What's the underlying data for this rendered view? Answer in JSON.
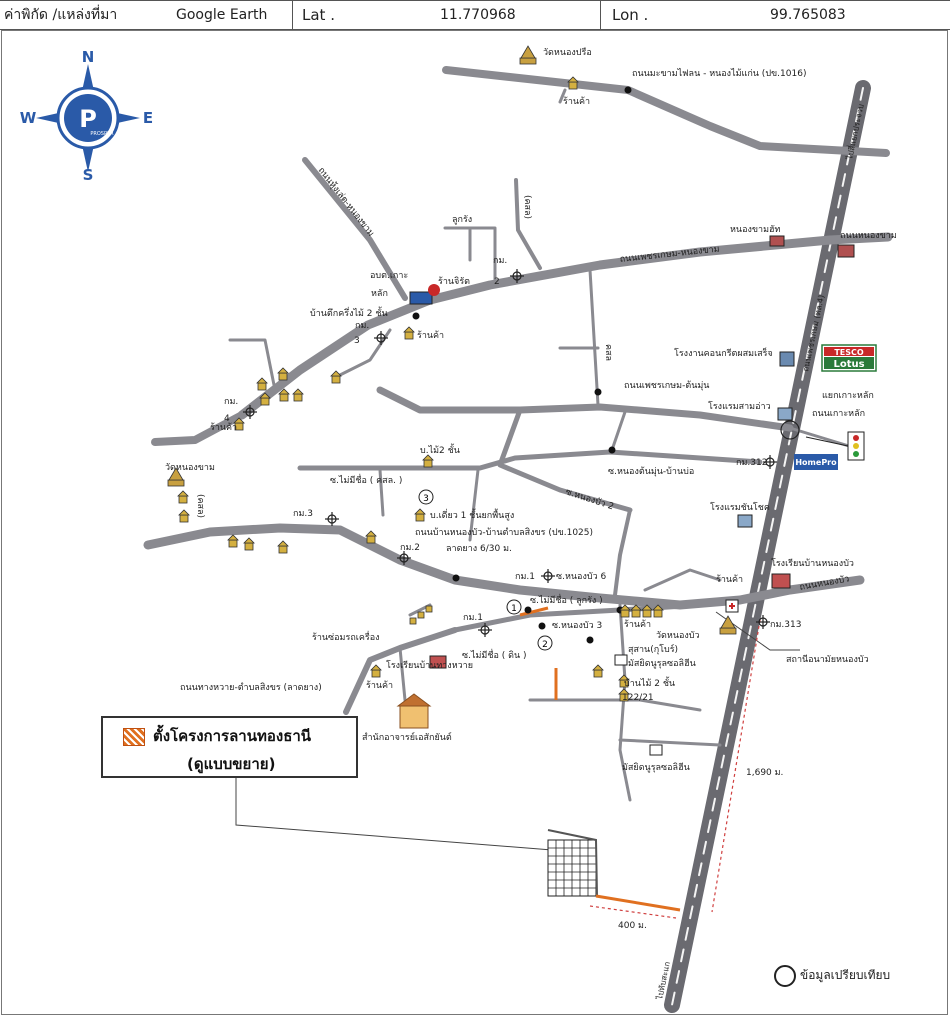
{
  "header": {
    "location_label": "ค่าพิกัด /แหล่งที่มา",
    "source": "Google Earth",
    "lat_label": "Lat .",
    "lat_value": "11.770968",
    "lon_label": "Lon .",
    "lon_value": "99.765083"
  },
  "compass": {
    "n": "N",
    "s": "S",
    "e": "E",
    "w": "W",
    "logo_text": "PROSPER"
  },
  "legend": {
    "project_label": "ตั้งโครงการลานทองธานี",
    "see_expanded": "(ดูแบบขยาย)",
    "project_color": "#e07020"
  },
  "compare_note": "ข้อมูลเปรียบเทียบ",
  "colors": {
    "road": "#8a8a90",
    "highway": "#9a9aa0",
    "accent": "#e07020",
    "marker": "#111111"
  },
  "labels": {
    "wat_nong_pru": "วัดหนองปรือ",
    "road_1016": "ถนนมะขามไฟลน - หนองไม้แก่น (ปข.1016)",
    "shop": "ร้านค้า",
    "to_prachuap": "ไปสี่แยกประจวบ",
    "road_phet_nongkham_a": "ถนนหุ้งเล่ต-หนองขาม",
    "ksl": "(คสล)",
    "luk_rang": "ลูกรัง",
    "nong_kham_hut": "หนองขามฮัท",
    "to_nong_kham": "ถนนหนองขาม",
    "road_phet_nongkham": "ถนนเพชรเกษม-หนองขาม",
    "km2": "กม.",
    "km2_num": "2",
    "or_bo_ko": "อบต.เกาะ",
    "lak": "หลัก",
    "shop_jirat": "ร้านจิรัต",
    "house_2floor": "บ้านตึกครึ่งไม้ 2 ชั้น",
    "km3": "กม.",
    "km3_num": "3",
    "factory": "โรงงานคอนกรีตผสมเสร็จ",
    "tesco": "TESCO",
    "lotus": "Lotus",
    "phet_ton_mun": "ถนนเพชรเกษม-ต้นมุ่น",
    "hotel_sammarn": "โรงแรมสามอ่าว",
    "km4": "กม.",
    "km4_num": "4",
    "kaeng_ko_lak": "แยกเกาะหลัก",
    "road_ko_lak": "ถนนเกาะหลัก",
    "highway_4": "ถนนเพชรเกษม (ทล.4)",
    "ksl_side": "คสล",
    "wat_nong_kham": "วัดหนองขาม",
    "house_wood2": "บ.ไม้2 ชั้น",
    "soi_no_name_ksl": "ซ.ไม่มีชื่อ ( คสล. )",
    "soi_nong_ton_mun": "ซ.หนองต้นมุ่น-บ้านบ่อ",
    "km312": "กม.312",
    "homepro": "HomePro",
    "soi_nong_bua_2": "ซ.หนองบัว 2",
    "hotel_chanchai": "โรงแรมชันโชค",
    "house_single": "บ.เดี่ยว 1 ชั้นยกพื้นสูง",
    "road_1025": "ถนนบ้านหนองบัว-บ้านตำบลสิงขร (ปข.1025)",
    "slope": "ลาดยาง 6/30 ม.",
    "km3b": "กม.3",
    "km2b": "กม.2",
    "school_nong_bua": "โรงเรียนบ้านหนองบัว",
    "road_nong_bua": "ถนนหนองบัว",
    "km1": "กม.1",
    "soi_nong_bua_6": "ซ.หนองบัว 6",
    "soi_no_name_laterite": "ซ.ไม่มีชื่อ ( ลูกรัง )",
    "shop2": "ร้านค้า",
    "wat_nong_bua": "วัดหนองบัว",
    "km313": "กม.313",
    "soi_nong_bua_3": "ซ.หนองบัว 3",
    "shop3": "ร้านค้า",
    "cemetery": "สุสาน(กุโบร์)",
    "mosque": "มัสยิดนูรุลซอลิฮีน",
    "health_station": "สถานีอนามัยหนองบัว",
    "wood_house2": "บ้านไม้ 2 ชั้น",
    "house_no": "122/21",
    "km1b": "กม.1",
    "car_repair": "ร้านซ่อมรถเครื่อง",
    "school_thang": "โรงเรียนบ้านทางหวาย",
    "soi_no_name_dirt": "ซ.ไม่มีชื่อ ( ดิน )",
    "road_thang": "ถนนทางหวาย-ตำบลสิงขร (ลาดยาง)",
    "shop4": "ร้านค้า",
    "monastery": "สำนักอาจารย์เอสักยันต์",
    "mosque2": "มัสยิดนูรุลซอลิฮีน",
    "dist_1690": "1,690 ม.",
    "dist_400": "400 ม.",
    "to_thap_sakae": "ไปทับสะแก",
    "km": "กม.",
    "n1": "1",
    "n2": "2",
    "n3": "3"
  }
}
